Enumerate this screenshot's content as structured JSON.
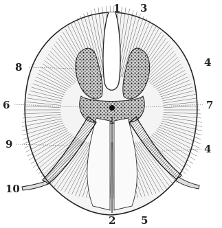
{
  "figure": {
    "labels": [
      "1",
      "2",
      "3",
      "4",
      "4",
      "5",
      "6",
      "7",
      "8",
      "9",
      "10"
    ]
  },
  "colors": {
    "ink": "#222222",
    "paper": "#ffffff",
    "grey_matter": "#8a8a8a"
  }
}
